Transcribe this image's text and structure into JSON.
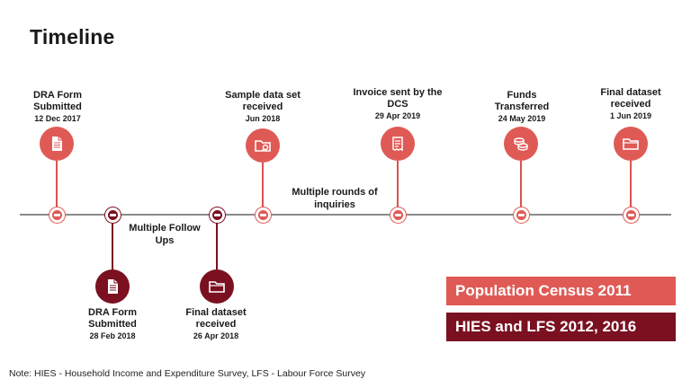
{
  "title": "Timeline",
  "events_top": [
    {
      "label": "DRA Form Submitted",
      "date": "12 Dec 2017",
      "icon": "document-icon"
    },
    {
      "label": "Sample data set received",
      "date": "Jun 2018",
      "icon": "folder-search-icon"
    },
    {
      "label": "Invoice sent by the DCS",
      "date": "29 Apr 2019",
      "icon": "invoice-icon"
    },
    {
      "label": "Funds Transferred",
      "date": "24 May 2019",
      "icon": "coins-icon"
    },
    {
      "label": "Final dataset received",
      "date": "1 Jun 2019",
      "icon": "folder-icon"
    }
  ],
  "events_bottom": [
    {
      "label": "DRA Form Submitted",
      "date": "28 Feb 2018",
      "icon": "document-icon"
    },
    {
      "label": "Final dataset received",
      "date": "26 Apr 2018",
      "icon": "folder-icon"
    }
  ],
  "notes": {
    "follow_ups": "Multiple Follow Ups",
    "inquiries": "Multiple rounds of inquiries"
  },
  "legend": {
    "census": "Population Census 2011",
    "hies": "HIES and LFS 2012, 2016"
  },
  "colors": {
    "census": "#e05a55",
    "hies": "#7a1020",
    "axis": "#8a8a8a"
  },
  "footnote": "Note: HIES - Household Income and Expenditure Survey, LFS - Labour Force Survey"
}
